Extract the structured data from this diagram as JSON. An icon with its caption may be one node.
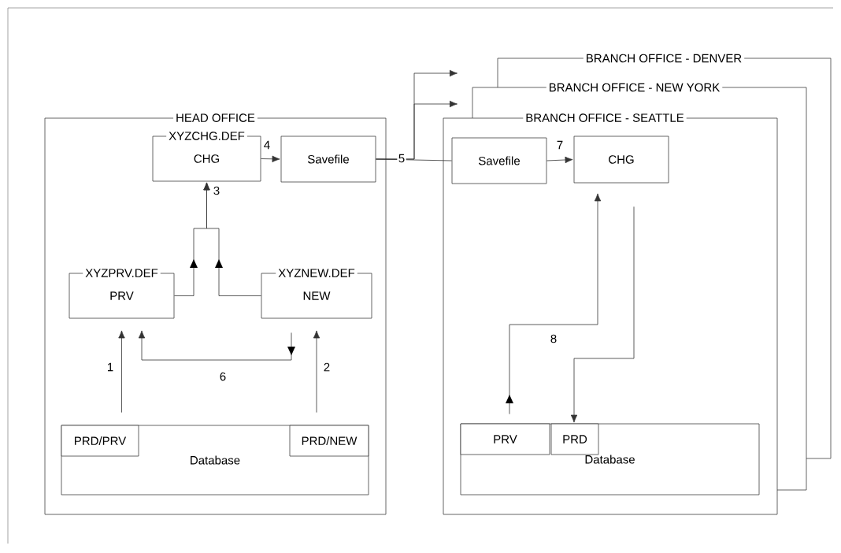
{
  "diagram": {
    "nodes": [
      {
        "text": [
          "HEAD OFFICE"
        ]
      },
      {
        "text": [
          "XYZCHG.DEF",
          "CHG"
        ],
        "in": 0
      },
      {
        "text": [
          "Savefile"
        ],
        "in": 0
      },
      {
        "text": [
          "XYZPRV.DEF",
          "PRV"
        ],
        "in": 0
      },
      {
        "text": [
          "XYZNEW.DEF",
          "NEW"
        ],
        "in": 0
      },
      {
        "text": [
          "Database"
        ],
        "in": 0
      },
      {
        "text": [
          "PRD/PRV"
        ],
        "in": 5
      },
      {
        "text": [
          "PRD/NEW"
        ],
        "in": 5
      },
      {
        "text": [
          "BRANCH OFFICE - DENVER"
        ]
      },
      {
        "text": [
          "BRANCH OFFICE - NEW YORK"
        ]
      },
      {
        "text": [
          "BRANCH OFFICE - SEATTLE"
        ]
      },
      {
        "text": [
          "Savefile"
        ],
        "in": 10
      },
      {
        "text": [
          "CHG"
        ],
        "in": 10
      },
      {
        "text": [
          "Database"
        ],
        "in": 10
      },
      {
        "text": [
          "PRV"
        ],
        "in": 13
      },
      {
        "text": [
          "PRD"
        ],
        "in": 13
      }
    ],
    "edges": [
      {
        "from": 1,
        "to": 2,
        "arrow": "to",
        "label": "4"
      },
      {
        "from": 2,
        "to": 11,
        "arrow": "none",
        "label": "5"
      },
      {
        "from": 2,
        "to": null,
        "arrow": "to"
      },
      {
        "from": 2,
        "to": null,
        "arrow": "to"
      },
      {
        "from": 3,
        "to": 1,
        "arrow": "to",
        "label": "3"
      },
      {
        "from": 4,
        "to": 1,
        "arrow": "to"
      },
      {
        "from": 6,
        "to": 3,
        "arrow": "to",
        "label": "1"
      },
      {
        "from": 7,
        "to": 4,
        "arrow": "to",
        "label": "2"
      },
      {
        "from": 4,
        "to": 3,
        "arrow": "to",
        "label": "6"
      },
      {
        "from": 11,
        "to": 12,
        "arrow": "to",
        "label": "7"
      },
      {
        "from": 14,
        "to": 12,
        "arrow": "to",
        "label": "8"
      },
      {
        "from": 12,
        "to": 15,
        "arrow": "to"
      }
    ]
  }
}
